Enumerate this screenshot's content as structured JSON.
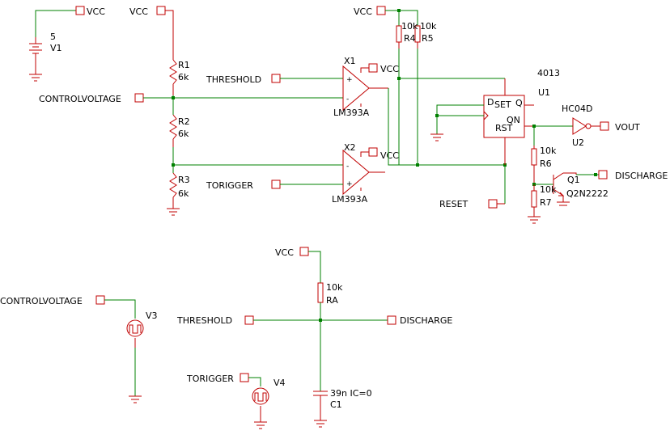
{
  "colors": {
    "wire": "#008000",
    "component": "#c00000",
    "text": "#000000",
    "background": "#ffffff"
  },
  "labels": {
    "vcc_a": "VCC",
    "vcc_b": "VCC",
    "vcc_c": "VCC",
    "vcc_x1": "VCC",
    "vcc_x2": "VCC",
    "vcc_d": "VCC",
    "threshold_a": "THRESHOLD",
    "threshold_b": "THRESHOLD",
    "controlvoltage_a": "CONTROLVOLTAGE",
    "controlvoltage_b": "CONTROLVOLTAGE",
    "torigger_a": "TORIGGER",
    "torigger_b": "TORIGGER",
    "reset": "RESET",
    "vout": "VOUT",
    "discharge_a": "DISCHARGE",
    "discharge_b": "DISCHARGE"
  },
  "components": {
    "v1": {
      "ref": "V1",
      "value": "5"
    },
    "r1": {
      "ref": "R1",
      "value": "6k"
    },
    "r2": {
      "ref": "R2",
      "value": "6k"
    },
    "r3": {
      "ref": "R3",
      "value": "6k"
    },
    "r4": {
      "ref": "R4",
      "value": "10k"
    },
    "r5": {
      "ref": "R5",
      "value": "10k"
    },
    "r6": {
      "ref": "R6",
      "value": "10k"
    },
    "r7": {
      "ref": "R7",
      "value": "10k"
    },
    "ra": {
      "ref": "RA",
      "value": "10k"
    },
    "c1": {
      "ref": "C1",
      "value": "39n IC=0"
    },
    "x1": {
      "ref": "X1",
      "model": "LM393A"
    },
    "x2": {
      "ref": "X2",
      "model": "LM393A"
    },
    "u1": {
      "ref": "U1",
      "model": "4013",
      "pin_d": "D",
      "pin_set": "SET",
      "pin_q": "Q",
      "pin_qn": "QN",
      "pin_rst": "RST"
    },
    "u2": {
      "ref": "U2",
      "model": "HC04D"
    },
    "q1": {
      "ref": "Q1",
      "model": "Q2N2222"
    },
    "v3": {
      "ref": "V3"
    },
    "v4": {
      "ref": "V4"
    }
  }
}
